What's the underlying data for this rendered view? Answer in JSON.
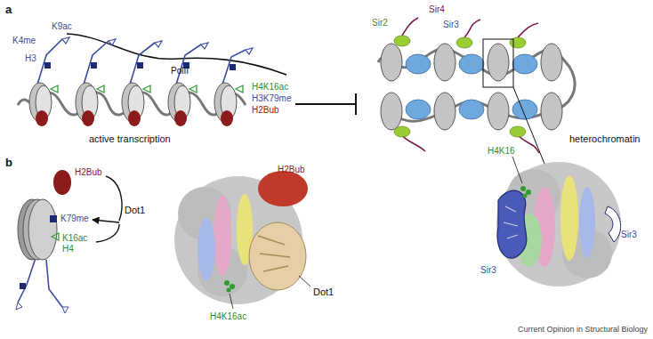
{
  "diagram": {
    "labels": [
      "a",
      "K9ac",
      "K4me",
      "H3",
      "PolII",
      "H4K16ac",
      "H3K79me",
      "H2Bub",
      "active transcription",
      "Sir4",
      "Sir2",
      "Sir3",
      "heterochromatin",
      "H4K16",
      "Sir3",
      "Sir3",
      "b",
      "H2Bub",
      "K79me",
      "K16ac",
      "H4",
      "Dot1",
      "H2Bub",
      "H4K16ac",
      "Dot1",
      "Current Opinion in Structural Biology"
    ]
  }
}
